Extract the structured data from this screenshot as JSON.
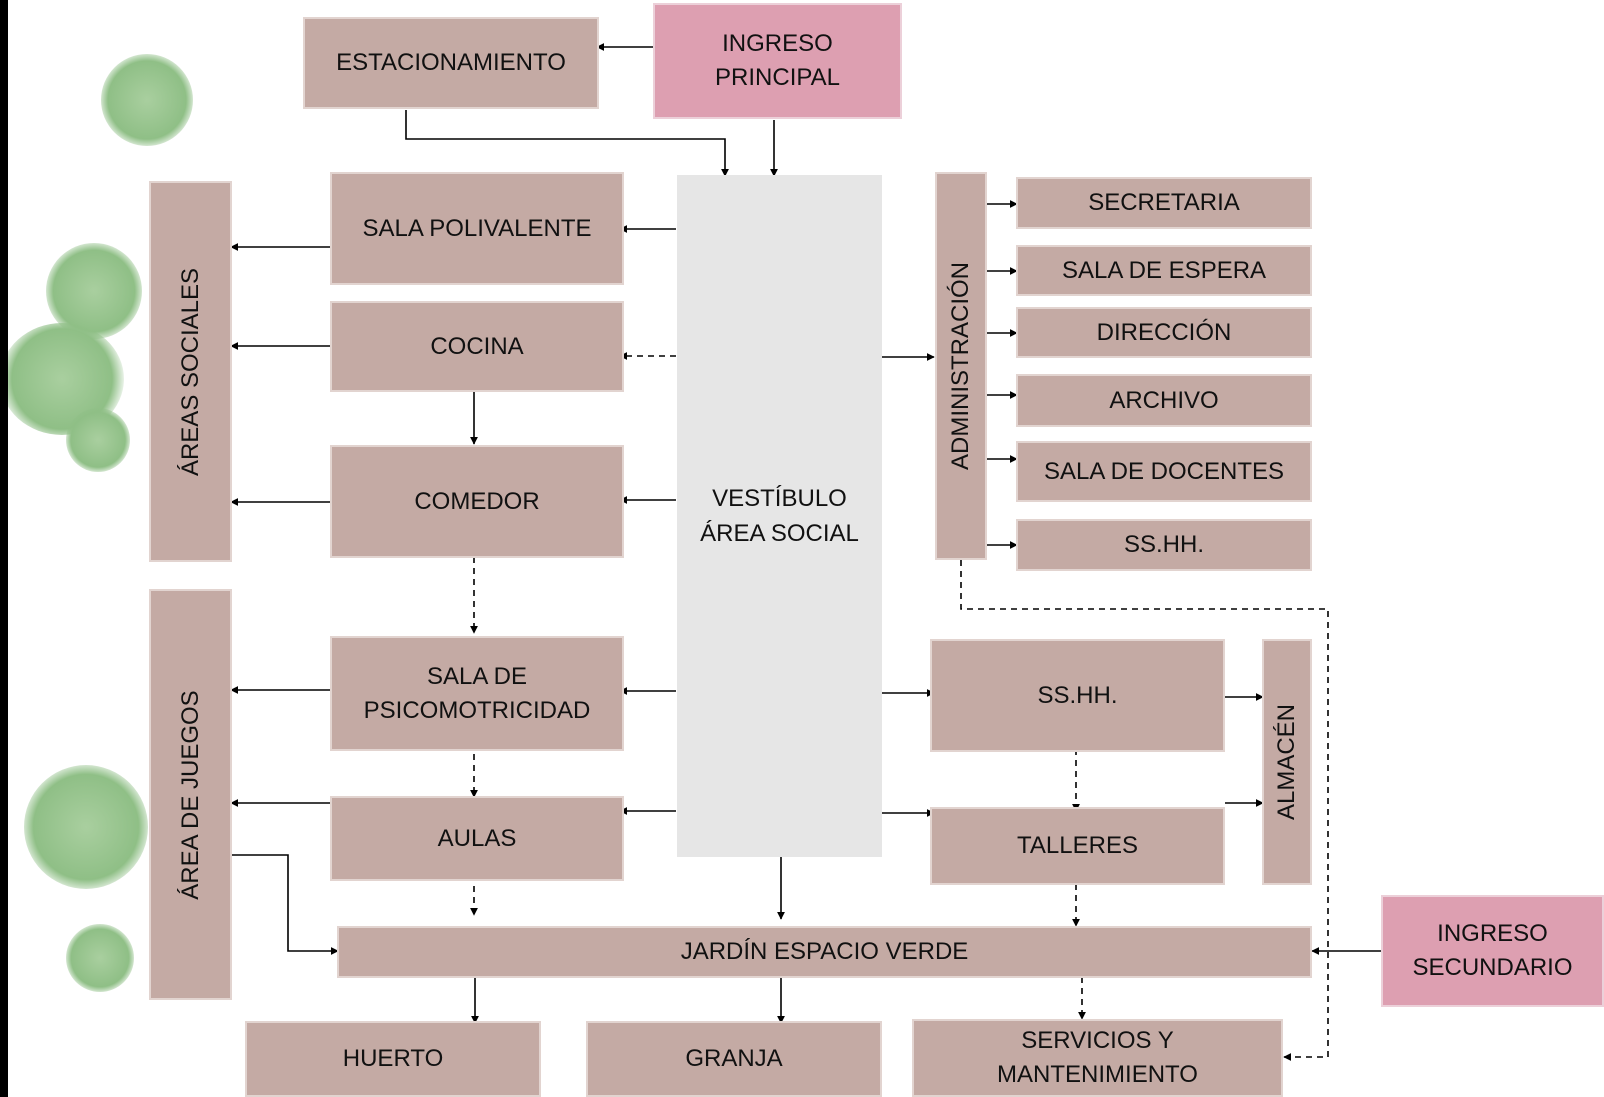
{
  "nodes": {
    "ingreso_principal": "INGRESO\nPRINCIPAL",
    "estacionamiento": "ESTACIONAMIENTO",
    "vestibulo": "VESTÍBULO\nÁREA SOCIAL",
    "sala_polivalente": "SALA POLIVALENTE",
    "cocina": "COCINA",
    "comedor": "COMEDOR",
    "sala_psicomotricidad": "SALA DE\nPSICOMOTRICIDAD",
    "aulas": "AULAS",
    "areas_sociales": "ÁREAS SOCIALES",
    "area_juegos": "ÁREA DE JUEGOS",
    "administracion": "ADMINISTRACIÓN",
    "secretaria": "SECRETARIA",
    "sala_espera": "SALA DE ESPERA",
    "direccion": "DIRECCIÓN",
    "archivo": "ARCHIVO",
    "sala_docentes": "SALA DE DOCENTES",
    "sshh_admin": "SS.HH.",
    "sshh": "SS.HH.",
    "talleres": "TALLERES",
    "almacen": "ALMACÉN",
    "jardin": "JARDÍN ESPACIO VERDE",
    "ingreso_secundario": "INGRESO\nSECUNDARIO",
    "huerto": "HUERTO",
    "granja": "GRANJA",
    "servicios": "SERVICIOS Y\nMANTENIMIENTO"
  },
  "colors": {
    "box": "#c4aaa4",
    "entrance": "#dd9fb1",
    "lobby": "#e6e6e6",
    "tree": "#8fbf86"
  },
  "trees": [
    "tree-icon",
    "tree-icon",
    "tree-icon",
    "tree-icon",
    "tree-icon",
    "tree-icon"
  ]
}
